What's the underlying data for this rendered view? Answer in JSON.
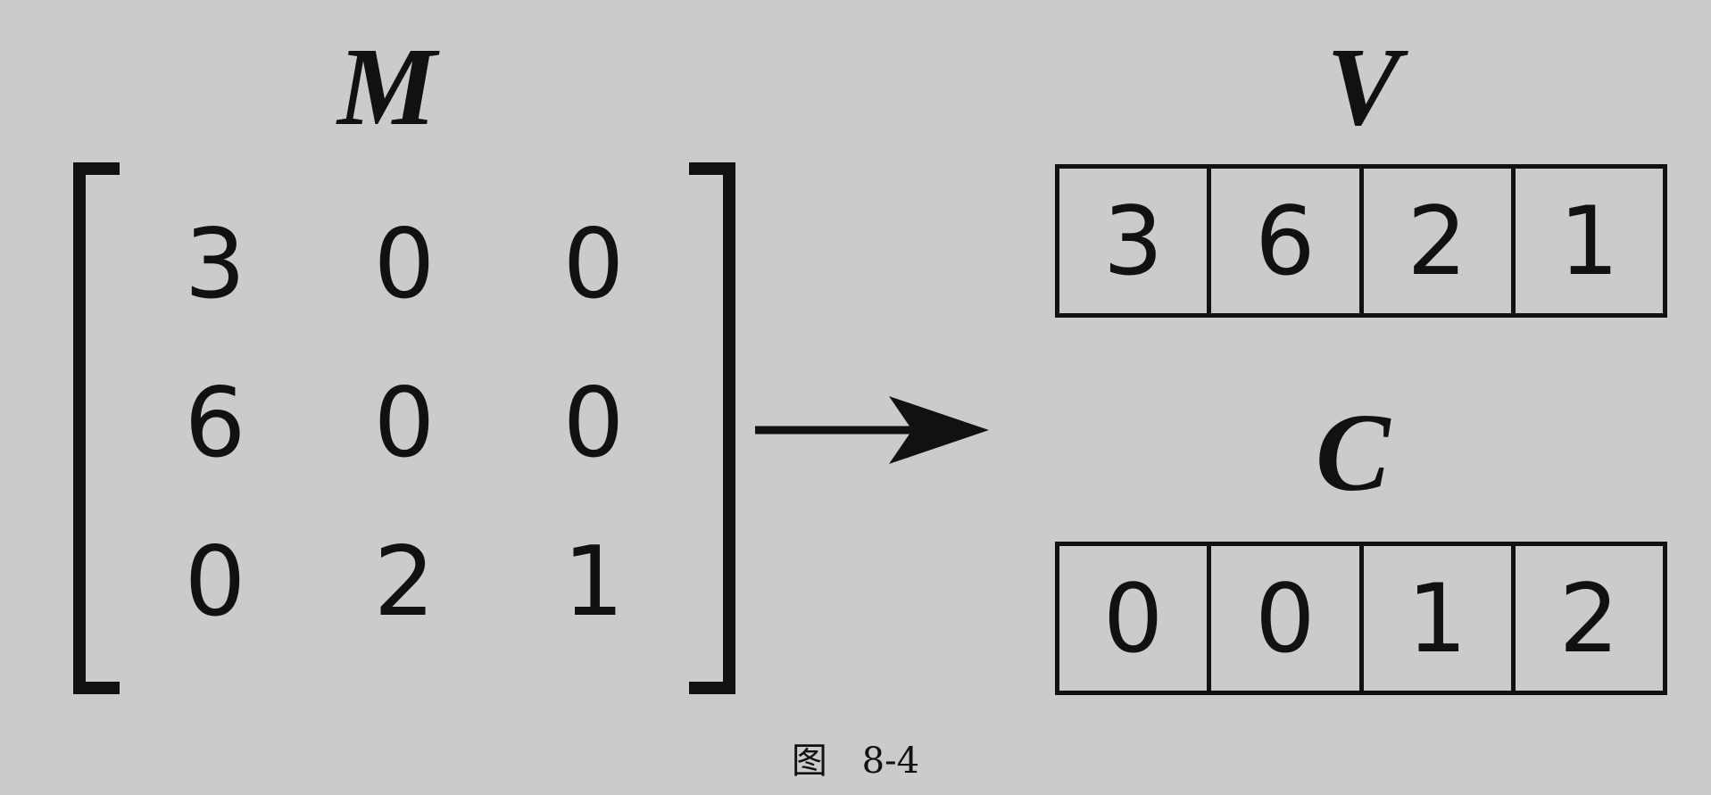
{
  "labels": {
    "matrix": "M",
    "values": "V",
    "columns": "C"
  },
  "matrix": {
    "rows": [
      [
        "3",
        "0",
        "0"
      ],
      [
        "6",
        "0",
        "0"
      ],
      [
        "0",
        "2",
        "1"
      ]
    ]
  },
  "arrays": {
    "V": [
      "3",
      "6",
      "2",
      "1"
    ],
    "C": [
      "0",
      "0",
      "1",
      "2"
    ]
  },
  "caption": "图 8-4",
  "colors": {
    "background": "#cbcbcb",
    "ink": "#111111"
  }
}
